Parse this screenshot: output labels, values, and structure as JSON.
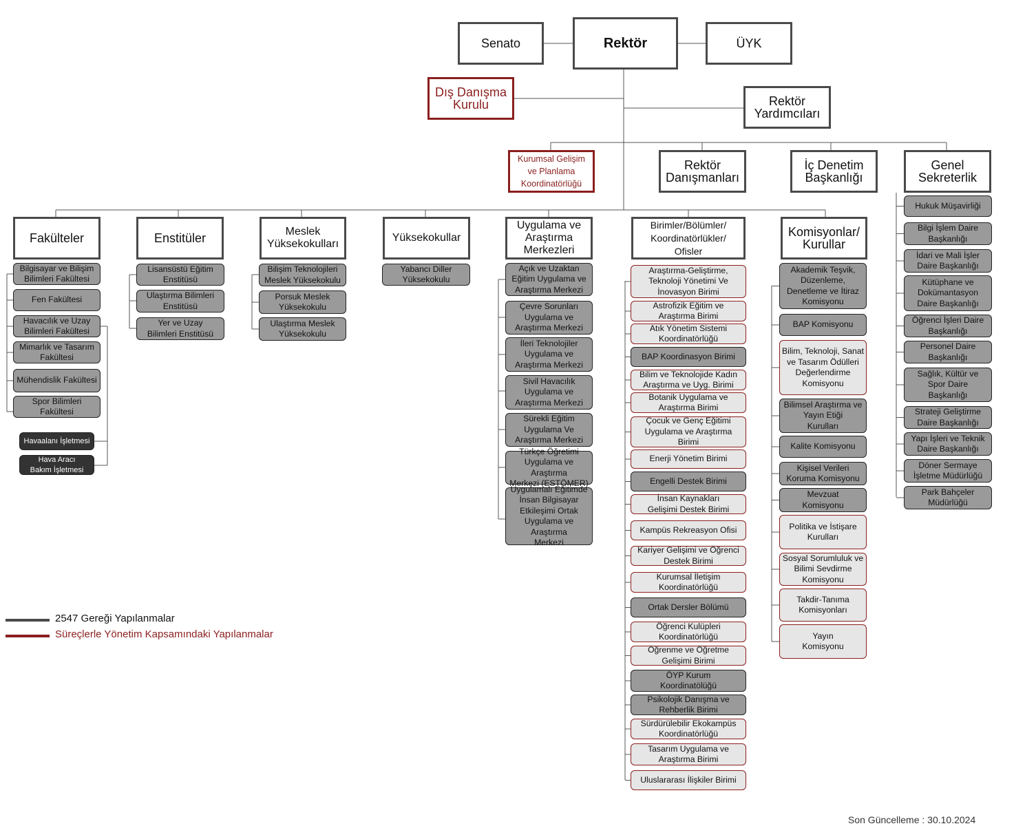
{
  "top": {
    "senato": "Senato",
    "rektor": "Rektör",
    "uyk": "ÜYK",
    "dis_danisma": "Dış Danışma\nKurulu",
    "rektor_yardimcilari": "Rektör\nYardımcıları"
  },
  "level2": {
    "kurumsal_gelisim": "Kurumsal Gelişim\nve  Planlama\nKoordinatörlüğü",
    "rektor_danismanlari": "Rektör\nDanışmanları",
    "ic_denetim": "İç Denetim\nBaşkanlığı",
    "genel_sekreterlik": "Genel\nSekreterlik"
  },
  "columns": {
    "fakulteler": {
      "title": "Fakülteler",
      "items": [
        "Bilgisayar ve Bilişim\nBilimleri Fakültesi",
        "Fen Fakültesi",
        "Havacılık ve Uzay\nBilimleri Fakültesi",
        "Mimarlık ve Tasarım\nFakültesi",
        "Mühendislik Fakültesi",
        "Spor Bilimleri\nFakültesi"
      ],
      "sub": [
        "Havaalanı İşletmesi",
        "Hava Aracı\nBakım İşletmesi"
      ]
    },
    "enstituler": {
      "title": "Enstitüler",
      "items": [
        "Lisansüstü Eğitim\nEnstitüsü",
        "Ulaştırma Bilimleri\nEnstitüsü",
        "Yer ve Uzay\nBilimleri Enstitüsü"
      ]
    },
    "meslek": {
      "title": "Meslek\nYüksekokulları",
      "items": [
        "Bilişim Teknolojileri\nMeslek Yüksekokulu",
        "Porsuk Meslek\nYüksekokulu",
        "Ulaştırma Meslek\nYüksekokulu"
      ]
    },
    "yuksekokullar": {
      "title": "Yüksekokullar",
      "items": [
        "Yabancı Diller\nYüksekokulu"
      ]
    },
    "merkezler": {
      "title": "Uygulama ve\nAraştırma\nMerkezleri",
      "items": [
        "Açık ve Uzaktan\nEğitim Uygulama ve\nAraştırma Merkezi",
        "Çevre Sorunları\nUygulama ve\nAraştırma Merkezi",
        "İleri Teknolojiler\nUygulama ve\nAraştırma Merkezi",
        "Sivil Havacılık\nUygulama ve\nAraştırma Merkezi",
        "Sürekli Eğitim\nUygulama Ve\nAraştırma Merkezi",
        "Türkçe Öğretimi\nUygulama ve Araştırma\nMerkezi (ESTÖMER)",
        "Uygulamalı Eğitimde\nİnsan Bilgisayar\nEtkileşimi Ortak\nUygulama ve Araştırma\nMerkezi"
      ]
    },
    "birimler": {
      "title": "Birimler/Bölümler/\nKoordinatörlükler/\nOfisler",
      "items": [
        "Araştırma-Geliştirme,\nTeknoloji Yönetimi Ve\nİnovasyon Birimi",
        "Astrofizik Eğitim ve\nAraştırma Birimi",
        "Atık Yönetim Sistemi\nKoordinatörlüğü",
        "BAP Koordinasyon Birimi",
        "Bilim ve Teknolojide Kadın\nAraştırma ve Uyg. Birimi",
        "Botanik Uygulama ve\nAraştırma Birimi",
        "Çocuk ve Genç Eğitimi\nUygulama ve Araştırma\nBirimi",
        "Enerji Yönetim Birimi",
        "Engelli Destek Birimi",
        "İnsan Kaynakları\nGelişimi Destek Birimi",
        "Kampüs Rekreasyon Ofisi",
        "Kariyer Gelişimi ve Öğrenci\nDestek Birimi",
        "Kurumsal İletişim\nKoordinatörlüğü",
        "Ortak Dersler Bölümü",
        "Öğrenci Kulüpleri\nKoordinatörlüğü",
        "Öğrenme ve Öğretme\nGelişimi Birimi",
        "ÖYP Kurum\nKoordinatölüğü",
        "Psikolojik Danışma ve\nRehberlik Birimi",
        "Sürdürülebilir Ekokampüs\nKoordinatörlüğü",
        "Tasarım Uygulama ve\nAraştırma Birimi",
        "Uluslararası İlişkiler Birimi"
      ]
    },
    "komisyonlar": {
      "title": "Komisyonlar/\nKurullar",
      "items": [
        "Akademik Teşvik,\nDüzenleme,\nDenetleme ve İtiraz\nKomisyonu",
        "BAP Komisyonu",
        "Bilim, Teknoloji, Sanat\nve Tasarım Ödülleri\nDeğerlendirme\nKomisyonu",
        "Bilimsel Araştırma ve\nYayın Etiği\nKurulları",
        "Kalite Komisyonu",
        "Kişisel Verileri\nKoruma Komisyonu",
        "Mevzuat\nKomisyonu",
        "Politika ve İstişare\nKurulları",
        "Sosyal Sorumluluk ve\nBilimi Sevdirme\nKomisyonu",
        "Takdir-Tanıma\nKomisyonları",
        "Yayın\nKomisyonu"
      ]
    },
    "genel_sekreterlik_items": [
      "Hukuk Müşavirliği",
      "Bilgi İşlem Daire\nBaşkanlığı",
      "İdari ve Mali İşler\nDaire Başkanlığı",
      "Kütüphane ve\nDokümantasyon\nDaire Başkanlığı",
      "Öğrenci İşleri Daire\nBaşkanlığı",
      "Personel Daire\nBaşkanlığı",
      "Sağlık, Kültür ve\nSpor Daire\nBaşkanlığı",
      "Strateji Geliştirme\nDaire Başkanlığı",
      "Yapı İşleri ve Teknik\nDaire Başkanlığı",
      "Döner Sermaye\nİşletme Müdürlüğü",
      "Park Bahçeler\nMüdürlüğü"
    ]
  },
  "legend": {
    "dark": "2547 Gereği Yapılanmalar",
    "red": "Süreçlerle Yönetim Kapsamındaki Yapılanmalar",
    "dark_color": "#4a4a4a",
    "red_color": "#8b1e1e"
  },
  "footer": "Son Güncelleme : 30.10.2024"
}
